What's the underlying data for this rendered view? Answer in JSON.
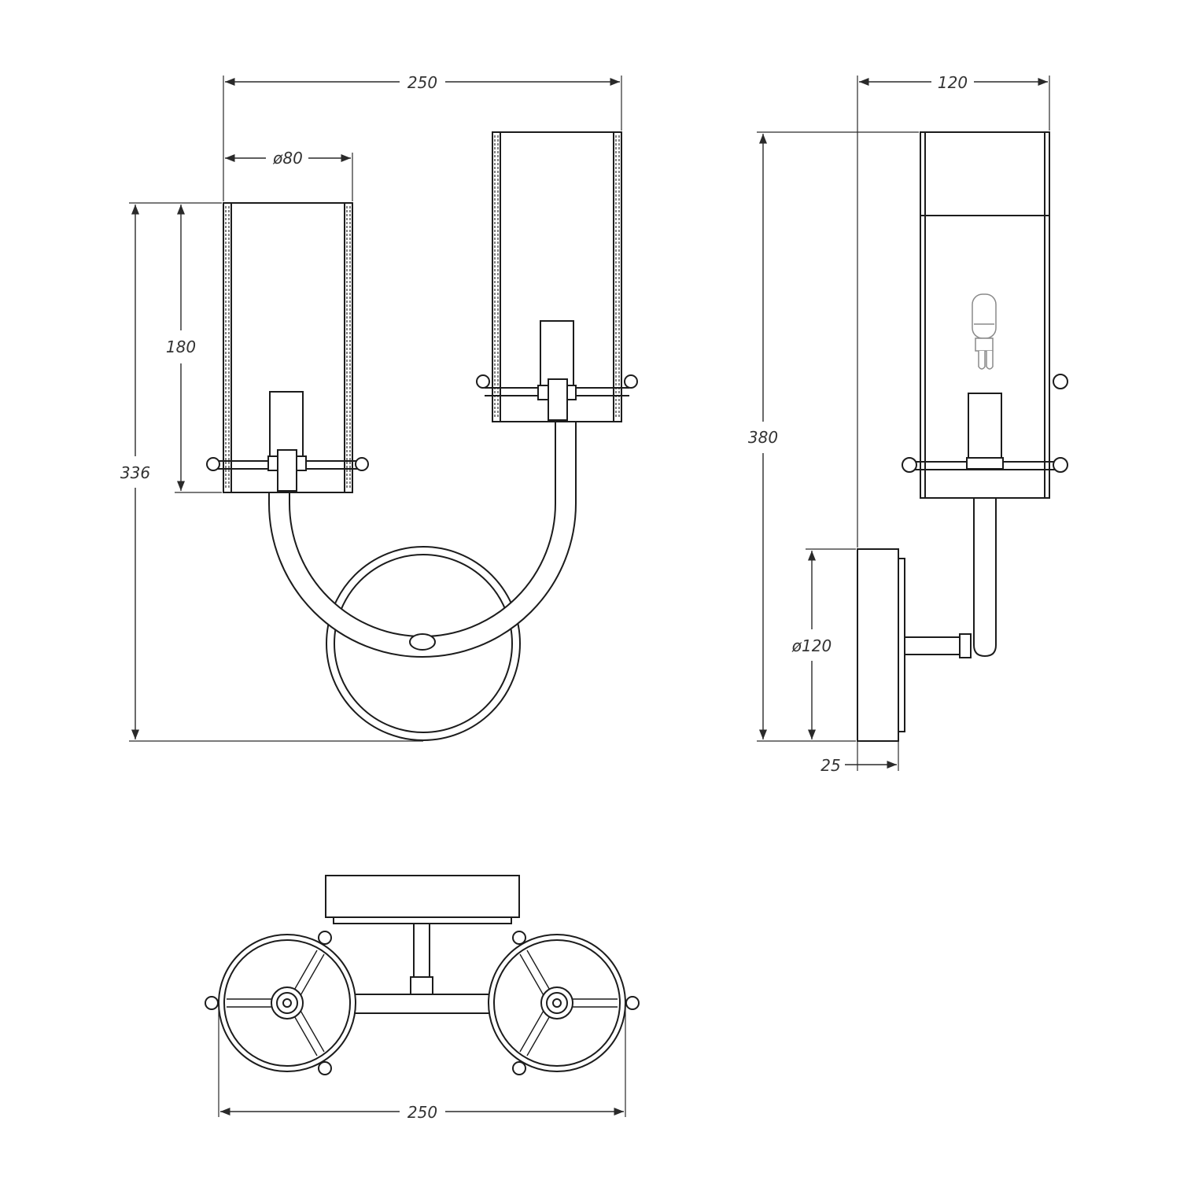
{
  "dimensions": {
    "front_width": "250",
    "shade_diameter": "ø80",
    "shade_height": "180",
    "total_height": "336",
    "side_depth": "120",
    "side_height": "380",
    "base_diameter": "ø120",
    "base_thickness": "25",
    "top_width": "250"
  },
  "colors": {
    "line": "#1c1c1c",
    "dimension": "#2a2a2a",
    "label": "#333333",
    "background": "#ffffff"
  }
}
